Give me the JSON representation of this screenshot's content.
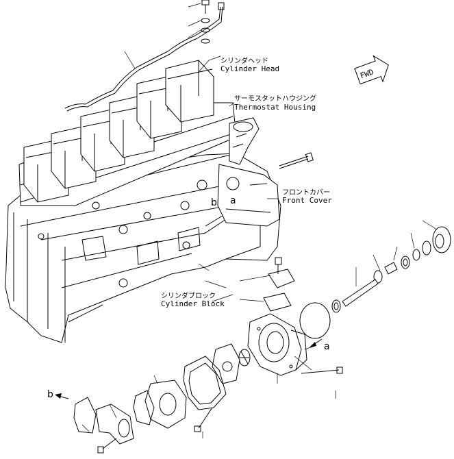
{
  "labels": {
    "cylinder_head_jp": "シリンダヘッド",
    "cylinder_head_en": "Cylinder Head",
    "thermostat_jp": "サーモスタットハウジング",
    "thermostat_en": "Thermostat Housing",
    "front_cover_jp": "フロントカバー",
    "front_cover_en": "Front Cover",
    "cylinder_block_jp": "シリンダブロック",
    "cylinder_block_en": "Cylinder Block",
    "fwd": "FWD"
  },
  "letters": {
    "a_engine": "a",
    "b_engine": "b",
    "a_pump": "a",
    "b_outlet": "b"
  }
}
